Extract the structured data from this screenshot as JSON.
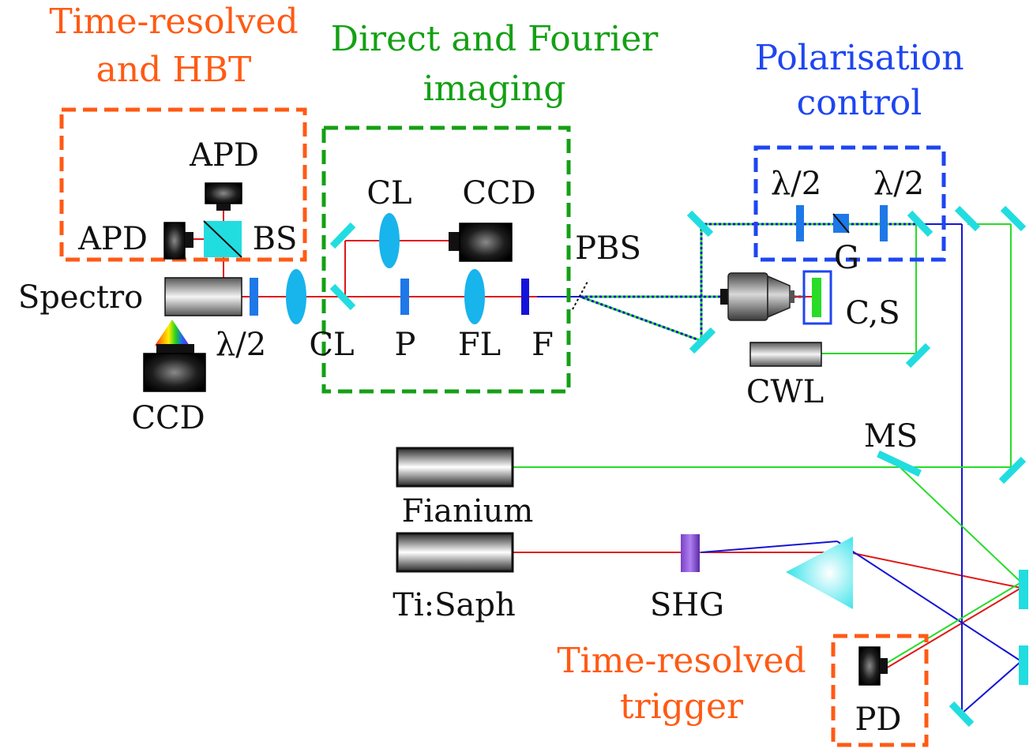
{
  "colors": {
    "hbt": "#ff5a14",
    "imaging": "#14a014",
    "polarisation": "#1e46f0",
    "red_beam": "#e01818",
    "green_beam": "#28dc28",
    "blue_beam": "#1414d8",
    "mirror": "#22dde0",
    "lens": "#18b4ec",
    "waveplate": "#1e78e8"
  },
  "sections": {
    "hbt": {
      "title_line1": "Time-resolved",
      "title_line2": "and HBT"
    },
    "imaging": {
      "title_line1": "Direct and Fourier",
      "title_line2": "imaging"
    },
    "polarisation": {
      "title_line1": "Polarisation",
      "title_line2": "control"
    },
    "trigger": {
      "title_line1": "Time-resolved",
      "title_line2": "trigger"
    }
  },
  "labels": {
    "apd_top": "APD",
    "apd_left": "APD",
    "bs": "BS",
    "spectro": "Spectro",
    "waveplate_spectro": "λ/2",
    "ccd_spectro": "CCD",
    "cl_top": "CL",
    "ccd_imaging": "CCD",
    "cl_bottom": "CL",
    "p": "P",
    "fl": "FL",
    "f": "F",
    "pbs": "PBS",
    "waveplate_pol_1": "λ/2",
    "waveplate_pol_2": "λ/2",
    "g": "G",
    "cs": "C,S",
    "cwl": "CWL",
    "ms": "MS",
    "fianium": "Fianium",
    "tisaph": "Ti:Saph",
    "shg": "SHG",
    "pd": "PD"
  }
}
